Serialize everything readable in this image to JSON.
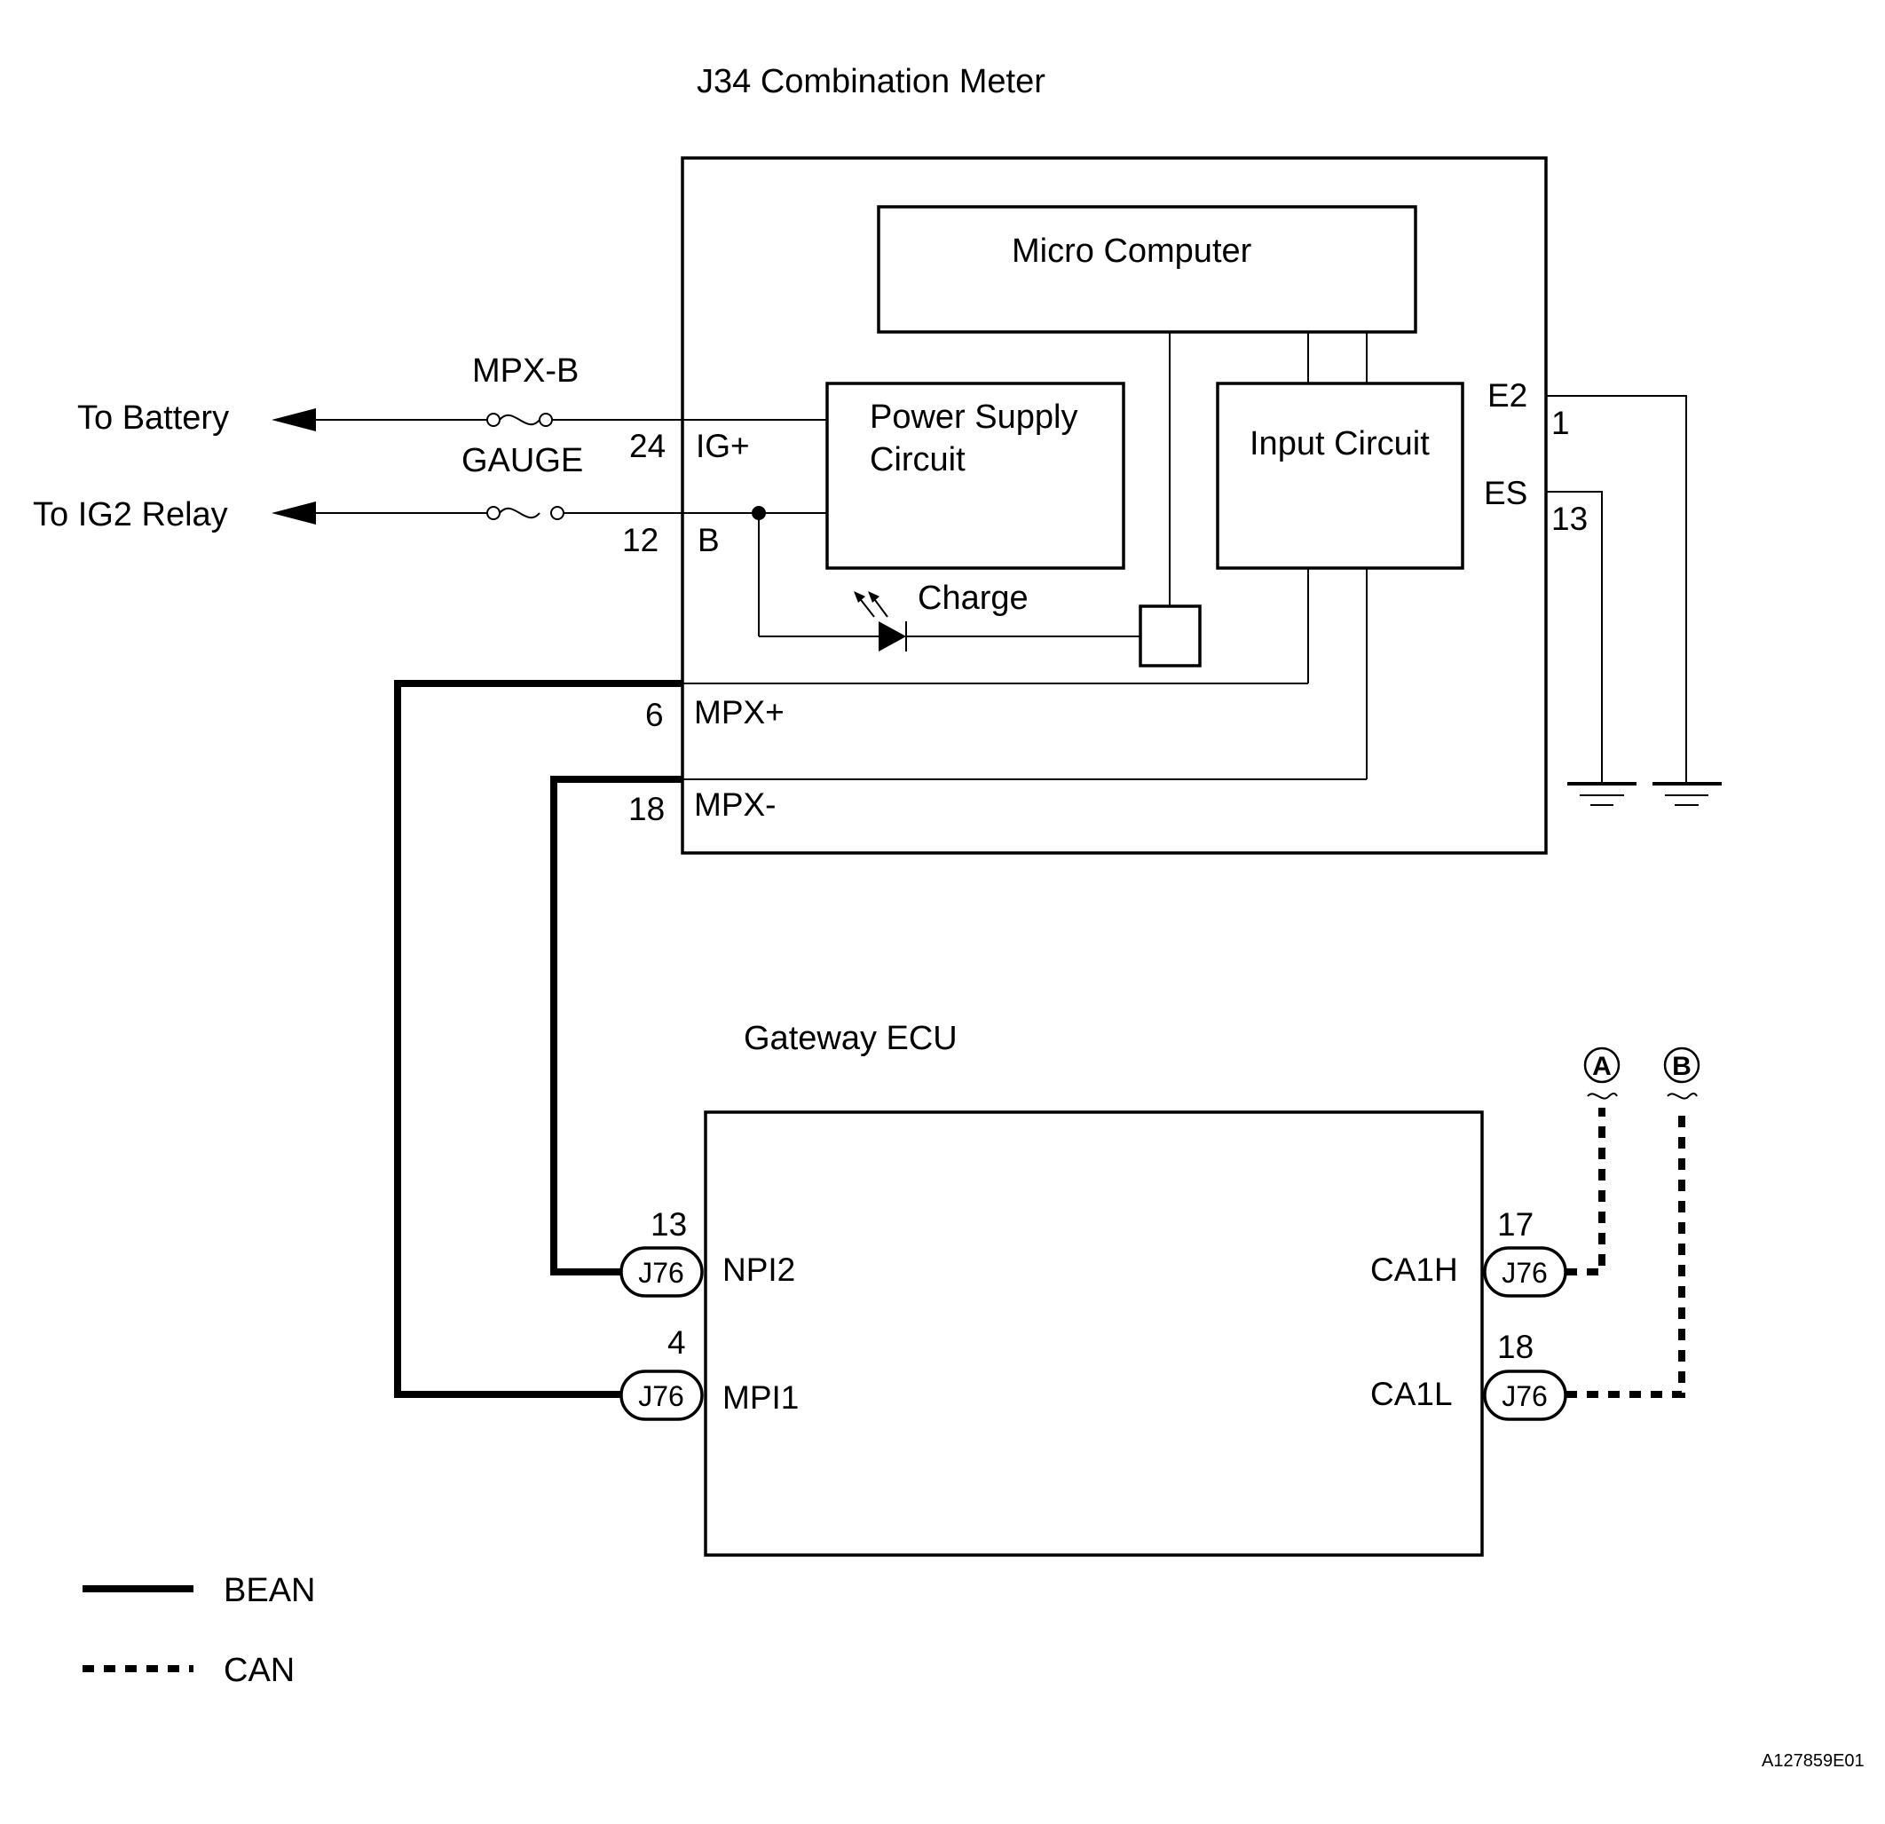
{
  "meter": {
    "title": "J34 Combination Meter",
    "micro_computer": "Micro Computer",
    "power_supply_line1": "Power Supply",
    "power_supply_line2": "Circuit",
    "input_circuit": "Input Circuit",
    "charge": "Charge",
    "pins": {
      "ig_plus_num": "24",
      "ig_plus": "IG+",
      "b_num": "12",
      "b": "B",
      "mpx_plus_num": "6",
      "mpx_plus": "MPX+",
      "mpx_minus_num": "18",
      "mpx_minus": "MPX-",
      "e2": "E2",
      "e2_num": "1",
      "es": "ES",
      "es_num": "13"
    }
  },
  "external": {
    "to_battery": "To Battery",
    "to_ig2_relay": "To IG2 Relay",
    "fuse_mpx_b": "MPX-B",
    "fuse_gauge": "GAUGE"
  },
  "gateway": {
    "title": "Gateway ECU",
    "pins": {
      "npi2_num": "13",
      "npi2": "NPI2",
      "npi2_conn": "J76",
      "mpi1_num": "4",
      "mpi1": "MPI1",
      "mpi1_conn": "J76",
      "ca1h_num": "17",
      "ca1h": "CA1H",
      "ca1h_conn": "J76",
      "ca1l_num": "18",
      "ca1l": "CA1L",
      "ca1l_conn": "J76"
    },
    "offpage_a": "A",
    "offpage_b": "B"
  },
  "legend": {
    "bean": "BEAN",
    "can": "CAN"
  },
  "figure_code": "A127859E01"
}
